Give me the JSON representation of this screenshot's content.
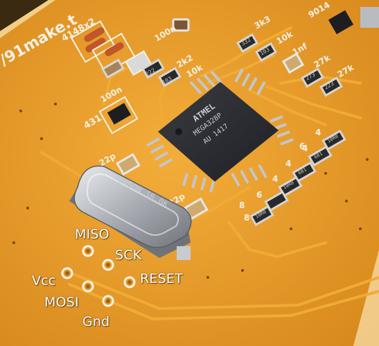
{
  "board_silkscreen": {
    "url_fragment": "/91make.t",
    "diode_label": "4148x2",
    "cap_labels": [
      "100n",
      "100n",
      "22p",
      "22p",
      "1nf"
    ],
    "resistor_labels": [
      "2k2",
      "10k",
      "3k3",
      "10k",
      "27k",
      "27k"
    ],
    "regulator_label": "431",
    "transistor_label": "9014",
    "led_resistor_labels": [
      "4",
      "4",
      "4",
      "4",
      "6",
      "6",
      "8",
      "8"
    ]
  },
  "component_markings": {
    "mcu_brand": "ATMEL",
    "mcu_part": "MEGA328P",
    "mcu_line3": "AU 1417",
    "crystal_text": "EPSON 16.0K",
    "resistor_codes": [
      "222",
      "103",
      "332",
      "103",
      "273",
      "223",
      "10R0",
      "681",
      "681",
      "10R0",
      "10R0"
    ]
  },
  "isp_header": {
    "pins": {
      "miso": "MISO",
      "sck": "SCK",
      "reset": "RESET",
      "vcc": "Vcc",
      "mosi": "MOSI",
      "gnd": "Gnd"
    }
  },
  "colors": {
    "pcb": "#e69a22",
    "trace": "#f0aa34",
    "pad": "#b9bdc2",
    "chip": "#2a2b30",
    "label": "#ffffff"
  }
}
